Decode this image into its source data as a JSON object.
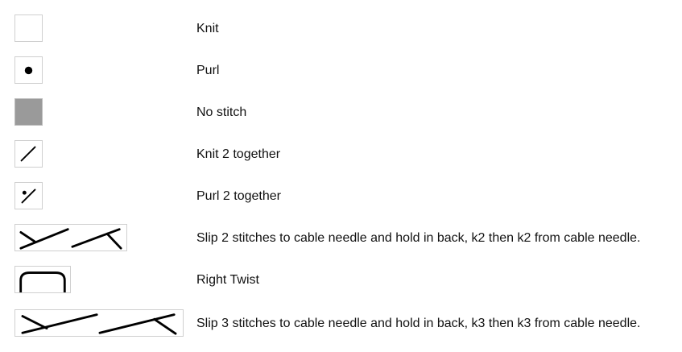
{
  "legend": {
    "items": [
      {
        "symbol": "knit-symbol",
        "label": "Knit"
      },
      {
        "symbol": "purl-symbol",
        "label": "Purl"
      },
      {
        "symbol": "no-stitch-symbol",
        "label": "No stitch"
      },
      {
        "symbol": "knit-2-together-symbol",
        "label": "Knit 2 together"
      },
      {
        "symbol": "purl-2-together-symbol",
        "label": "Purl 2 together"
      },
      {
        "symbol": "2-over-2-right-cross-symbol",
        "label": "Slip 2 stitches to cable needle and hold in back, k2 then k2 from cable needle."
      },
      {
        "symbol": "right-twist-symbol",
        "label": "Right Twist"
      },
      {
        "symbol": "3-over-3-right-cross-symbol",
        "label": "Slip 3 stitches to cable needle and hold in back, k3 then k3 from cable needle."
      }
    ]
  },
  "colors": {
    "no_stitch_fill": "#9a9a9a",
    "stroke": "#000000",
    "cell_border": "#cfcfcf"
  }
}
